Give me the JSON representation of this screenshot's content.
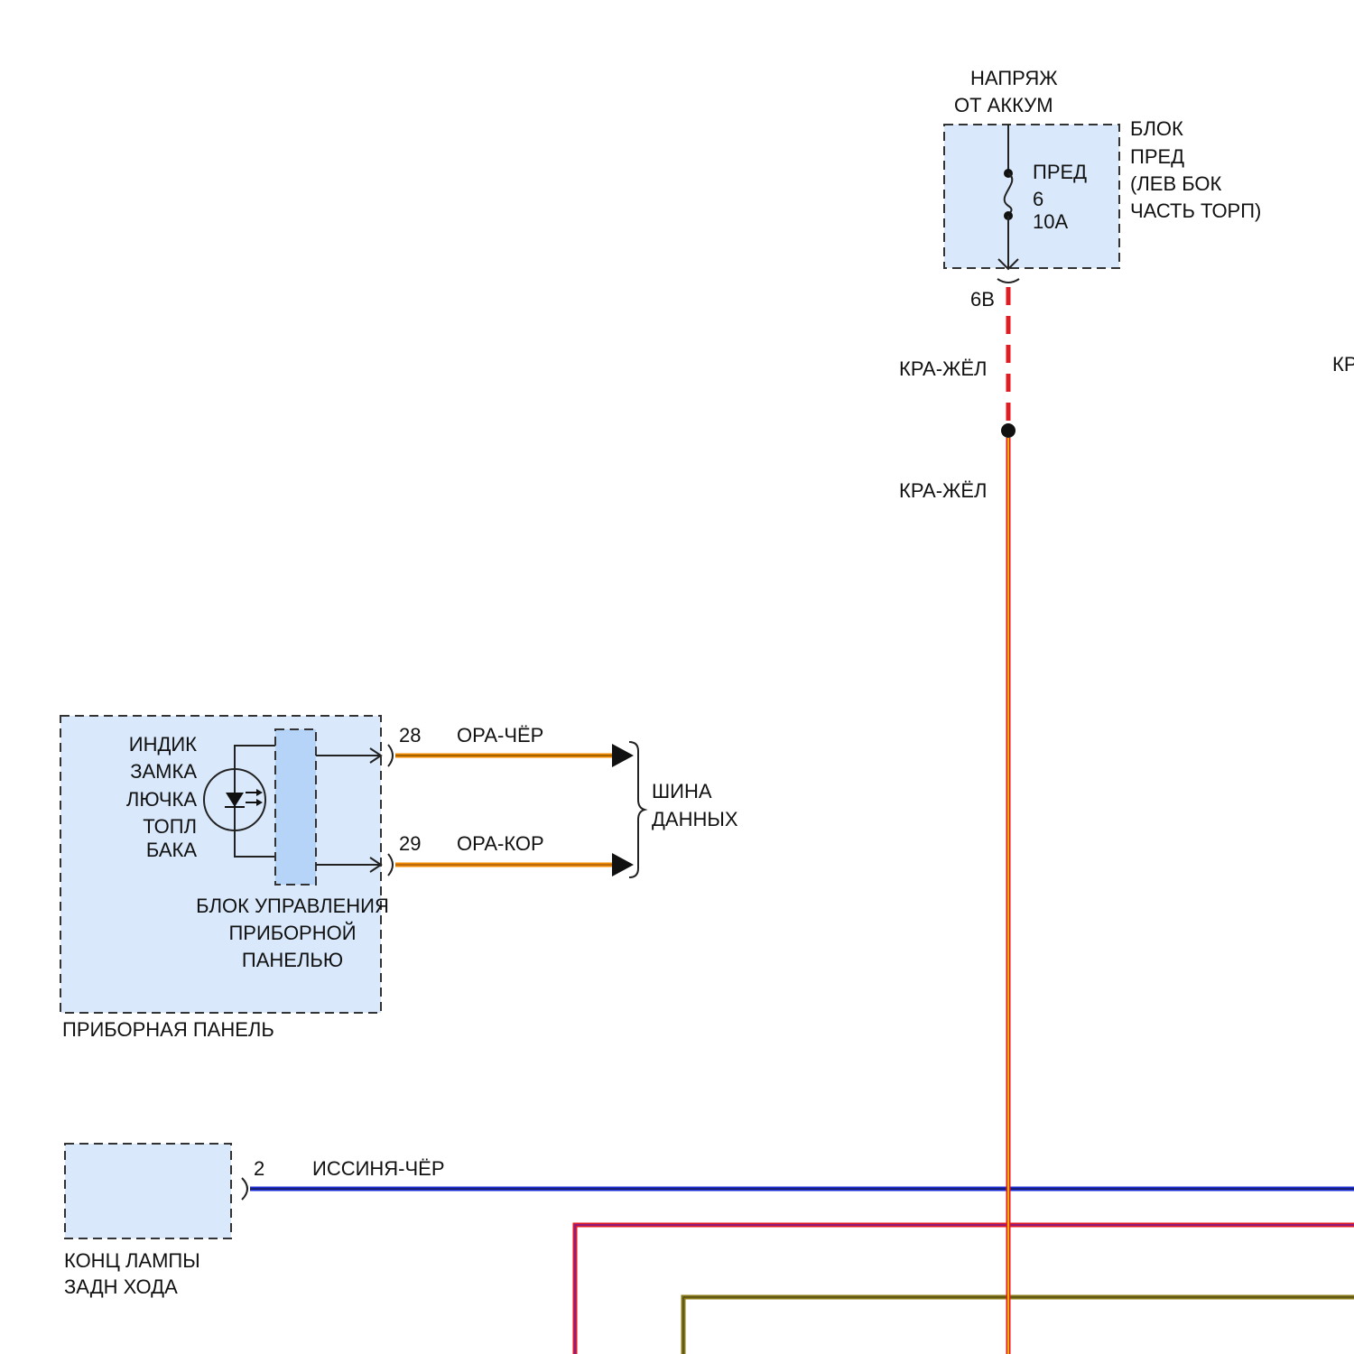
{
  "colors": {
    "box_fill": "#d9e9fb",
    "box_border": "#333333",
    "module_fill": "#b5d4f7",
    "red": "#e11b22",
    "yellow": "#f5d000",
    "orange": "#f08a00",
    "blue": "#1d2fd6",
    "magenta": "#c8106e",
    "olive": "#8b7a1a"
  },
  "fuse_block": {
    "supply_line1": "НАПРЯЖ",
    "supply_line2": "ОТ АККУМ",
    "block_name": [
      "БЛОК",
      "ПРЕД",
      "(ЛЕВ БОК",
      "ЧАСТЬ ТОРП)"
    ],
    "fuse_name": "ПРЕД",
    "fuse_number": "6",
    "fuse_rating": "10A",
    "connector_pin": "6B"
  },
  "wires": {
    "supply_upper": "КРА-ЖЁЛ",
    "supply_lower": "КРА-ЖЁЛ",
    "right_edge_clip": "КР",
    "bus_28": "ОРА-ЧЁР",
    "bus_29": "ОРА-КОР",
    "reverse_lamp": "ИССИНЯ-ЧЁР"
  },
  "instrument_panel": {
    "indicator_label": [
      "ИНДИК",
      "ЗАМКА",
      "ЛЮЧКА",
      "ТОПЛ",
      "БАКА"
    ],
    "control_unit_label": [
      "БЛОК УПРАВЛЕНИЯ",
      "ПРИБОРНОЙ",
      "ПАНЕЛЬЮ"
    ],
    "panel_name": "ПРИБОРНАЯ ПАНЕЛЬ",
    "pin_28": "28",
    "pin_29": "29"
  },
  "data_bus": {
    "label": [
      "ШИНА",
      "ДАННЫХ"
    ]
  },
  "reverse_lamp_switch": {
    "pin": "2",
    "label": [
      "КОНЦ ЛАМПЫ",
      "ЗАДН ХОДА"
    ]
  }
}
